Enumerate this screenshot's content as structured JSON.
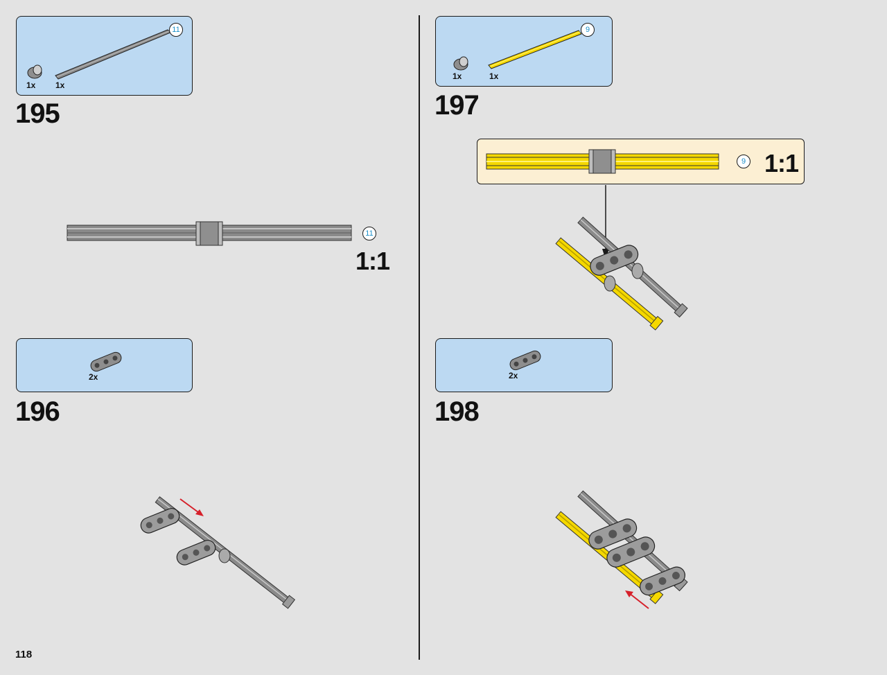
{
  "page": {
    "number": "118"
  },
  "steps": [
    {
      "number": "195",
      "parts": [
        {
          "name": "bush",
          "qty": "1x"
        },
        {
          "name": "grey-axle",
          "qty": "1x",
          "length": "11"
        }
      ],
      "callout": {
        "length": "11",
        "scale": "1:1"
      }
    },
    {
      "number": "196",
      "parts": [
        {
          "name": "liftarm-3",
          "qty": "2x"
        }
      ]
    },
    {
      "number": "197",
      "parts": [
        {
          "name": "bush",
          "qty": "1x"
        },
        {
          "name": "yellow-axle",
          "qty": "1x",
          "length": "9"
        }
      ],
      "callout": {
        "length": "9",
        "scale": "1:1"
      }
    },
    {
      "number": "198",
      "parts": [
        {
          "name": "liftarm-3",
          "qty": "2x"
        }
      ]
    }
  ],
  "colors": {
    "parts_box": "#bcd9f2",
    "callout_box": "#fcefd3",
    "axle_grey": "#8a8a8a",
    "axle_yellow": "#f5d800",
    "arrow_red": "#d6202a",
    "length_badge_text": "#1a8fc9"
  }
}
